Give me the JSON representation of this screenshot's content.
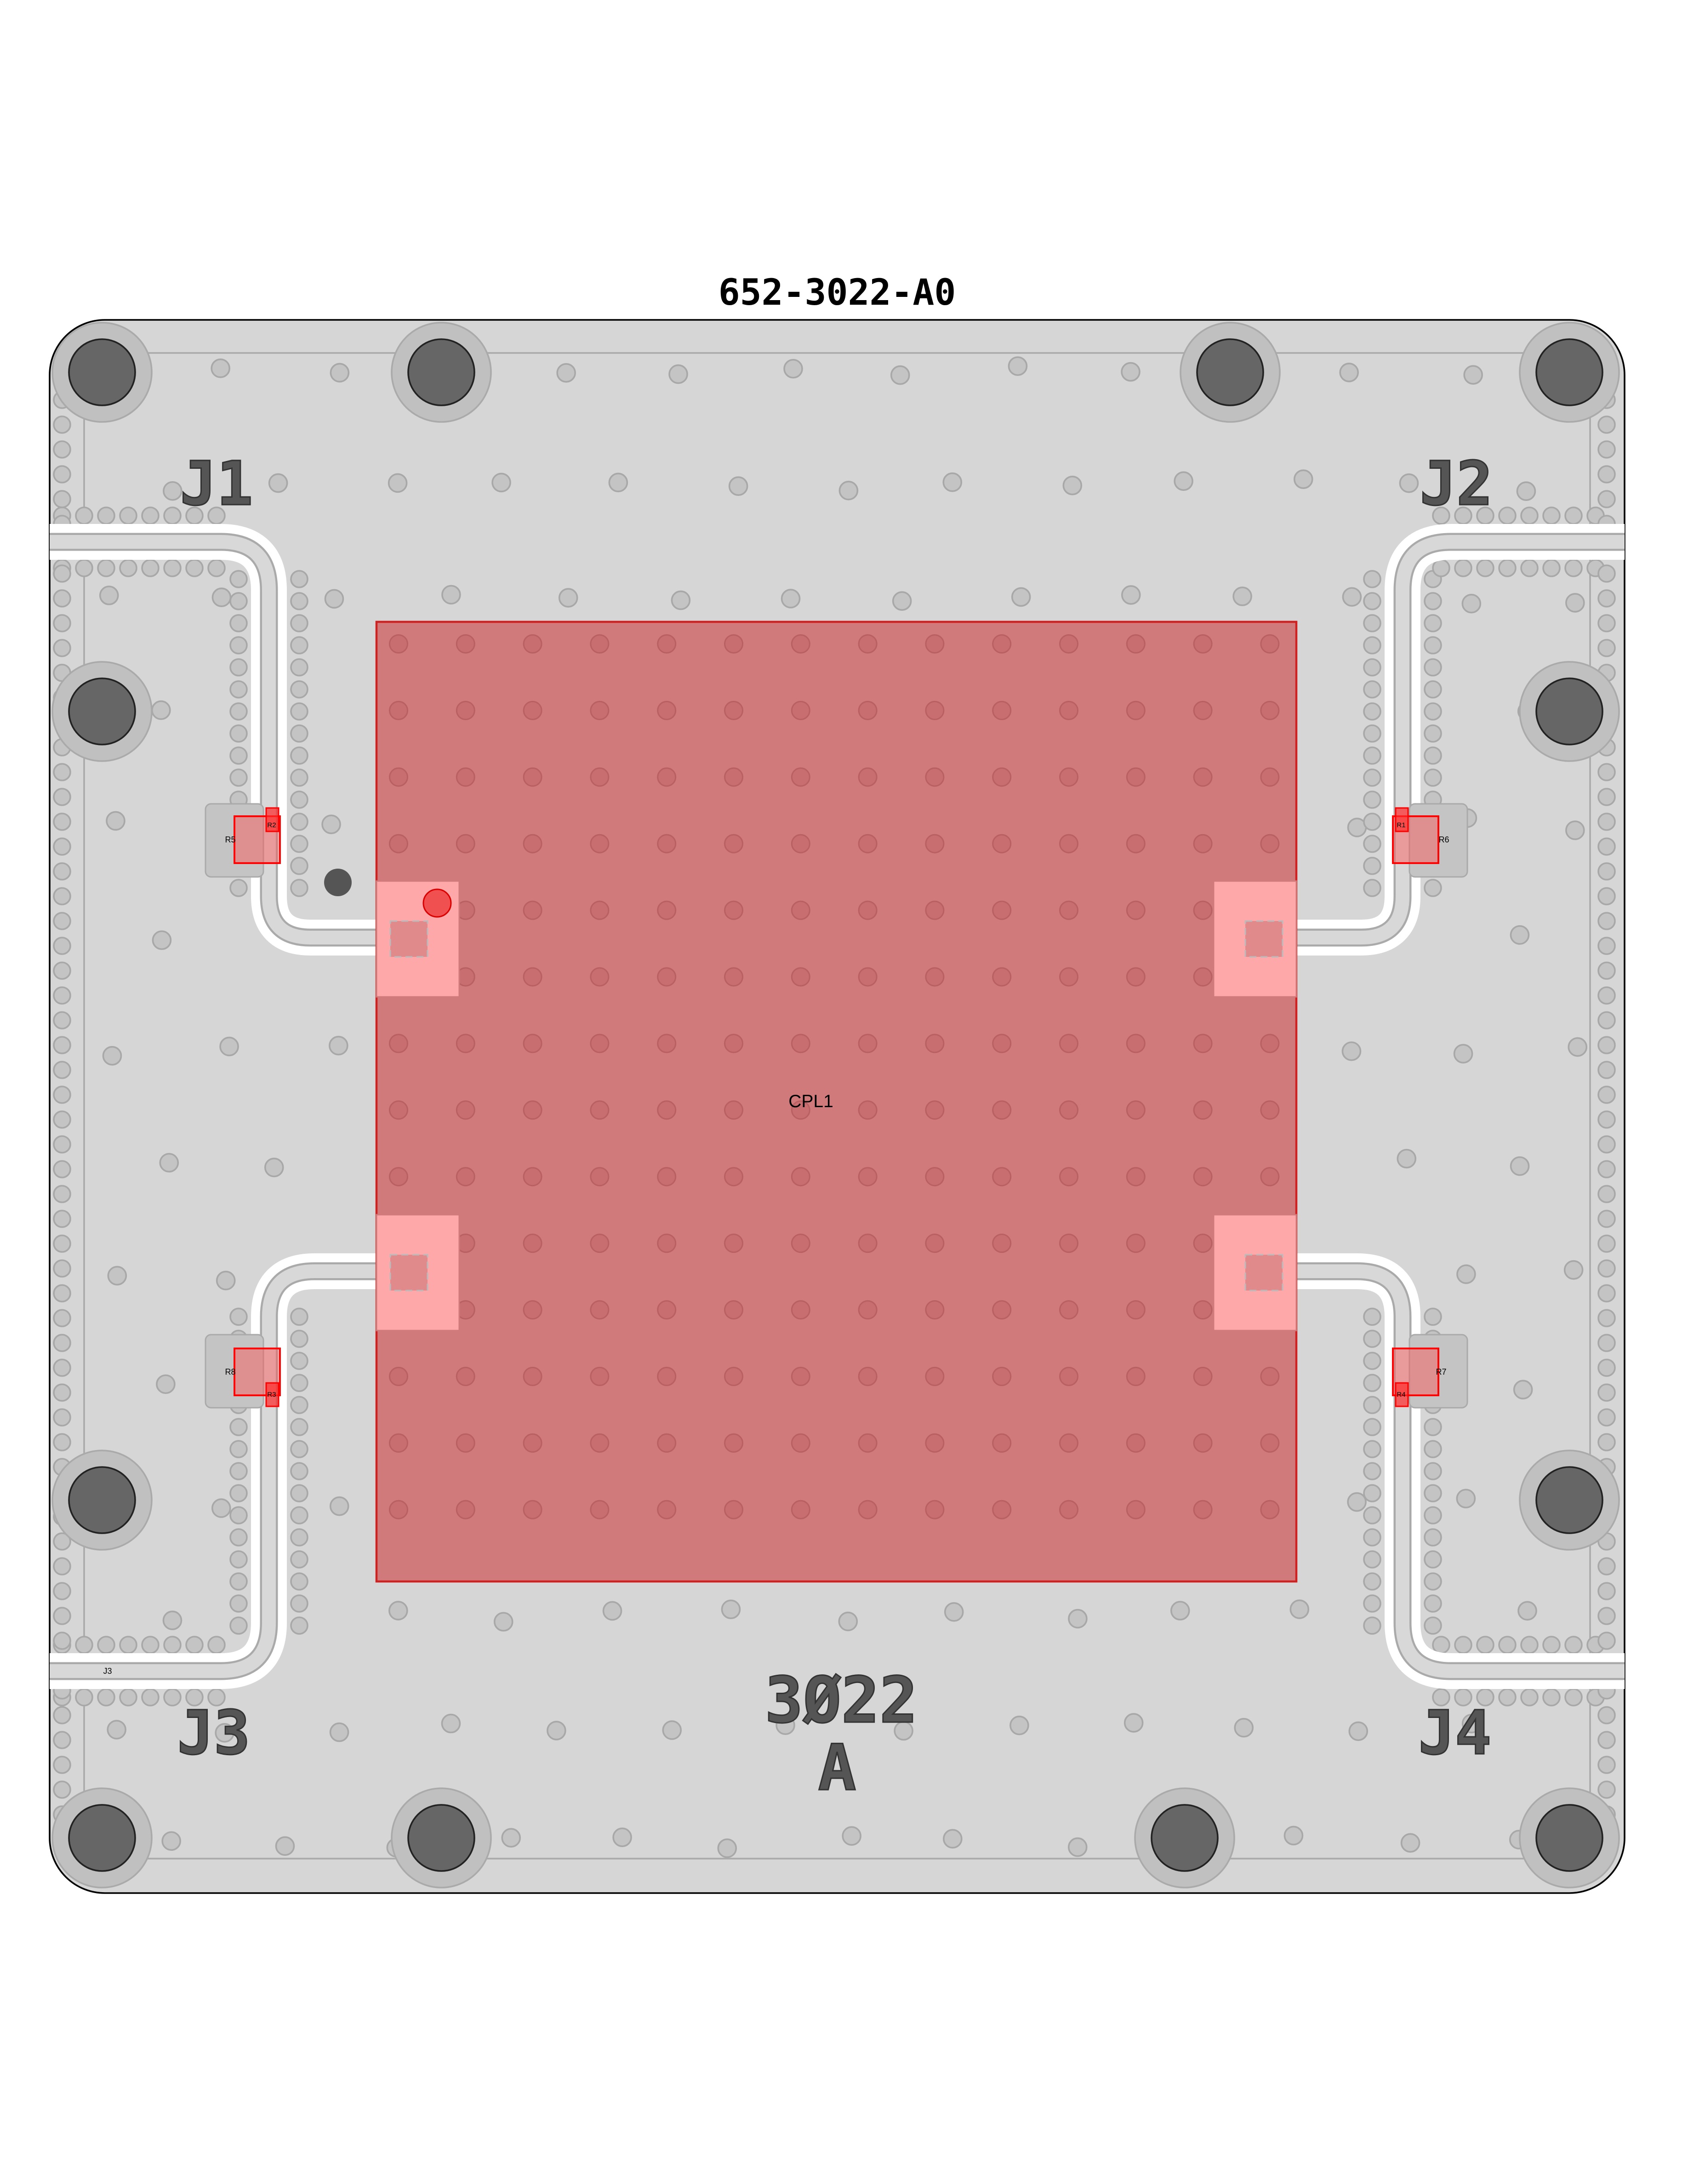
{
  "title": "652-3022-A0",
  "component": {
    "designator": "CPL1"
  },
  "connectors": [
    "J1",
    "J2",
    "J3",
    "J4"
  ],
  "connector_silk_small": "J3",
  "resistors": {
    "R1": "R1",
    "R2": "R2",
    "R3": "R3",
    "R4": "R4",
    "R5": "R5",
    "R6": "R6",
    "R7": "R7",
    "R8": "R8"
  },
  "board_mark": {
    "number": "3Ø22",
    "revision": "A"
  },
  "colors": {
    "board": "#d6d6d6",
    "via": "#c4c4c4",
    "via_stroke": "#a8a8a8",
    "component": "#d07a7c",
    "component_stroke": "#d02020",
    "pad": "#ffa8aa",
    "hole": "#666666",
    "silk": "#555555"
  }
}
